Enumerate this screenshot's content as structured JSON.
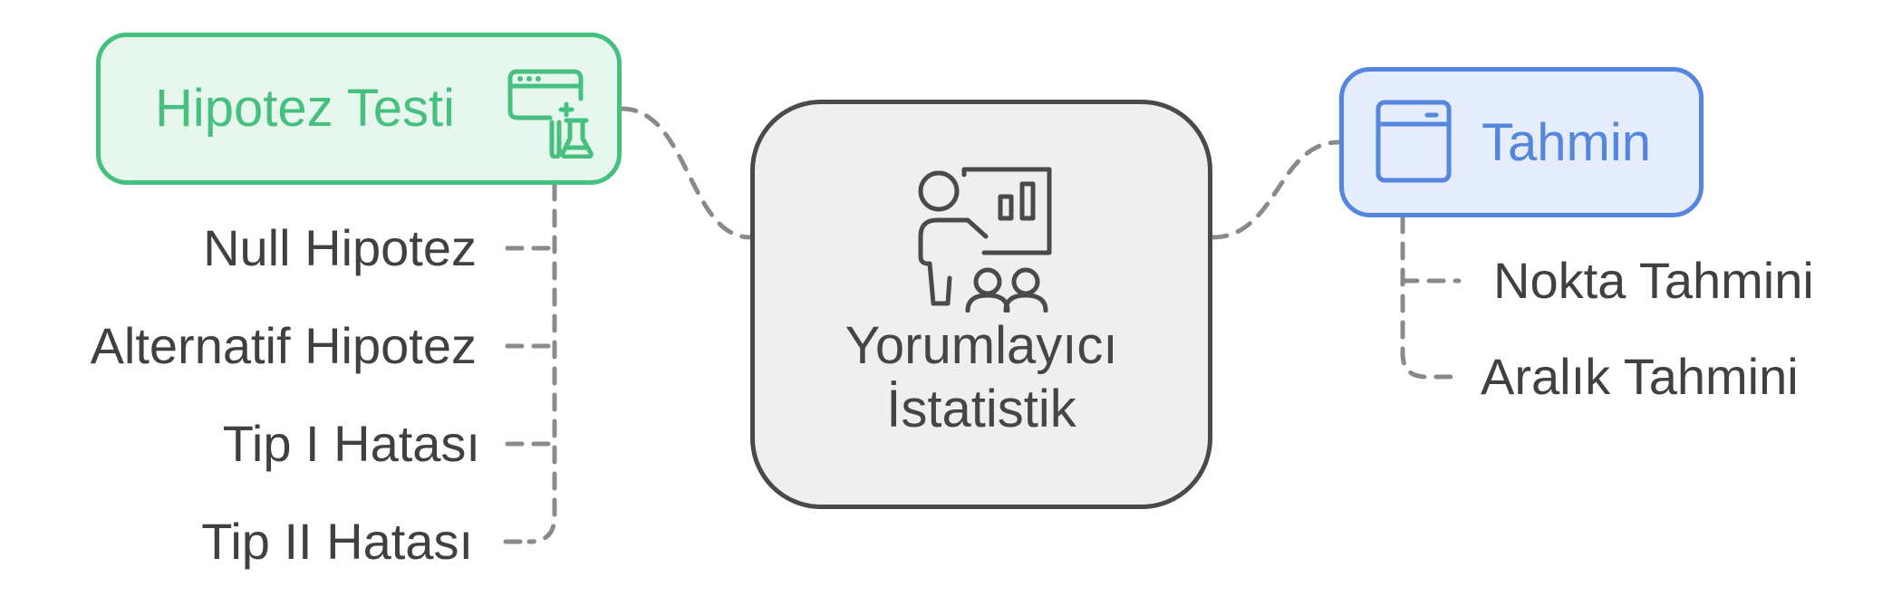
{
  "center": {
    "line1": "Yorumlayıcı",
    "line2": "İstatistik",
    "icon": "presentation-audience-icon"
  },
  "left_branch": {
    "title": "Hipotez Testi",
    "icon": "browser-lab-icon",
    "items": [
      "Null Hipotez",
      "Alternatif Hipotez",
      "Tip I Hatası",
      "Tip II Hatası"
    ]
  },
  "right_branch": {
    "title": "Tahmin",
    "icon": "cabinet-icon",
    "items": [
      "Nokta Tahmini",
      "Aralık Tahmini"
    ]
  },
  "colors": {
    "green_border": "#45c07f",
    "green_fill": "#e7f7ee",
    "blue_border": "#5586de",
    "blue_fill": "#e5ecfb",
    "center_border": "#4a4a4a",
    "center_fill": "#efefef",
    "connector": "#8a8a8a",
    "text": "#404040"
  }
}
